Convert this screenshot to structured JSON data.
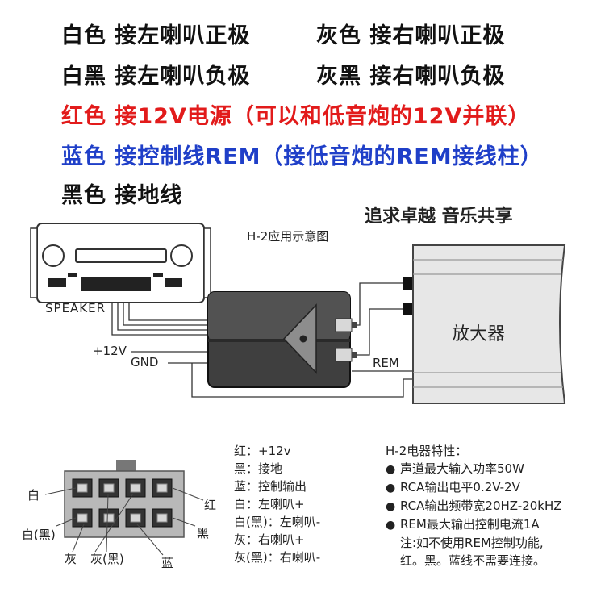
{
  "wiring": {
    "row1_left": "白色 接左喇叭正极",
    "row1_right": "灰色 接右喇叭正极",
    "row2_left": "白黑 接左喇叭负极",
    "row2_right": "灰黑 接右喇叭负极",
    "red_line": "红色 接12V电源（可以和低音炮的12V并联）",
    "blue_line": "蓝色 接控制线REM（接低音炮的REM接线柱）",
    "black_line": "黑色 接地线"
  },
  "slogan": "追求卓越 音乐共享",
  "diagram": {
    "title": "H-2应用示意图",
    "speaker_label": "SPEAKER",
    "v12_label": "+12V",
    "gnd_label": "GND",
    "rem_label": "REM",
    "amp_label": "放大器"
  },
  "connector": {
    "labels": {
      "white": "白",
      "red": "红",
      "white_black": "白(黑)",
      "black": "黑",
      "gray": "灰",
      "gray_black": "灰(黑)",
      "blue": "蓝"
    }
  },
  "legend": [
    "红：+12v",
    "黑：接地",
    "蓝：控制输出",
    "白：左喇叭+",
    "白(黑)：左喇叭-",
    "灰：右喇叭+",
    "灰(黑)：右喇叭-"
  ],
  "specs": {
    "title": "H-2电器特性：",
    "items": [
      "声道最大输入功率50W",
      "RCA输出电平0.2V-2V",
      "RCA输出频带宽20HZ-20kHZ",
      "REM最大输出控制电流1A"
    ],
    "note_line1": "注:如不使用REM控制功能,",
    "note_line2": "红。黑。蓝线不需要连接。"
  }
}
